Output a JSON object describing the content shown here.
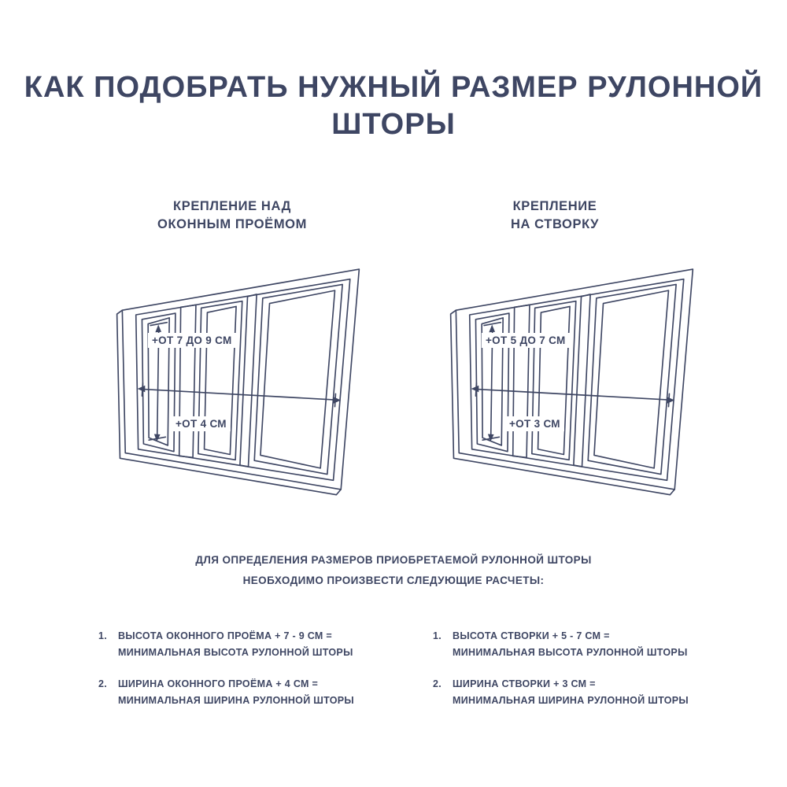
{
  "colors": {
    "ink": "#3e4663",
    "background": "#ffffff"
  },
  "title": {
    "line1": "КАК ПОДОБРАТЬ НУЖНЫЙ РАЗМЕР",
    "line2": "РУЛОННОЙ ШТОРЫ"
  },
  "columns": {
    "left": {
      "heading_line1": "КРЕПЛЕНИЕ НАД",
      "heading_line2": "ОКОННЫМ ПРОЁМОМ",
      "diagram": {
        "height_label": "+ОТ 7 ДО 9 СМ",
        "width_label": "+ОТ 4 СМ"
      },
      "calc_items": [
        {
          "number": "1.",
          "line1": "ВЫСОТА ОКОННОГО ПРОЁМА + 7 - 9 СМ =",
          "line2": "МИНИМАЛЬНАЯ ВЫСОТА РУЛОННОЙ ШТОРЫ"
        },
        {
          "number": "2.",
          "line1": "ШИРИНА ОКОННОГО ПРОЁМА + 4 СМ =",
          "line2": "МИНИМАЛЬНАЯ ШИРИНА РУЛОННОЙ ШТОРЫ"
        }
      ]
    },
    "right": {
      "heading_line1": "КРЕПЛЕНИЕ",
      "heading_line2": "НА СТВОРКУ",
      "diagram": {
        "height_label": "+ОТ 5 ДО 7 СМ",
        "width_label": "+ОТ 3 СМ"
      },
      "calc_items": [
        {
          "number": "1.",
          "line1": "ВЫСОТА СТВОРКИ + 5 - 7 СМ =",
          "line2": "МИНИМАЛЬНАЯ ВЫСОТА РУЛОННОЙ ШТОРЫ"
        },
        {
          "number": "2.",
          "line1": "ШИРИНА СТВОРКИ + 3 СМ =",
          "line2": "МИНИМАЛЬНАЯ ШИРИНА РУЛОННОЙ ШТОРЫ"
        }
      ]
    }
  },
  "note": {
    "line1": "ДЛЯ ОПРЕДЕЛЕНИЯ РАЗМЕРОВ ПРИОБРЕТАЕМОЙ РУЛОННОЙ ШТОРЫ",
    "line2": "НЕОБХОДИМО ПРОИЗВЕСТИ СЛЕДУЮЩИЕ РАСЧЕТЫ:"
  }
}
